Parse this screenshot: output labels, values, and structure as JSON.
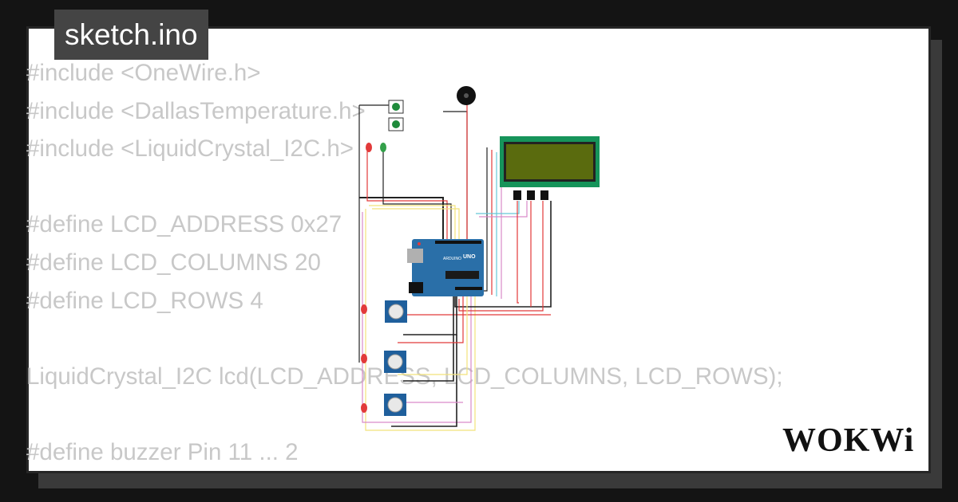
{
  "title_tab": {
    "label": "sketch.ino"
  },
  "code_lines": [
    "#include <OneWire.h>",
    "#include <DallasTemperature.h>",
    "#include <LiquidCrystal_I2C.h>",
    "",
    "#define LCD_ADDRESS 0x27",
    "#define LCD_COLUMNS 20",
    "#define LCD_ROWS 4",
    "",
    "LiquidCrystal_I2C lcd(LCD_ADDRESS, LCD_COLUMNS, LCD_ROWS);",
    "",
    "#define buzzer Pin 11 ... 2"
  ],
  "board": {
    "brand": "ARDUINO",
    "model": "UNO"
  },
  "logo": {
    "text": "WOKWi"
  },
  "colors": {
    "board": "#2a6fa8",
    "lcd_frame": "#16945a",
    "lcd_screen": "#5a6b0e",
    "wire_red": "#e23a3a",
    "wire_yellow": "#f2e27a",
    "wire_black": "#222222",
    "wire_pink": "#d98ac9",
    "wire_cyan": "#66c8d8"
  }
}
